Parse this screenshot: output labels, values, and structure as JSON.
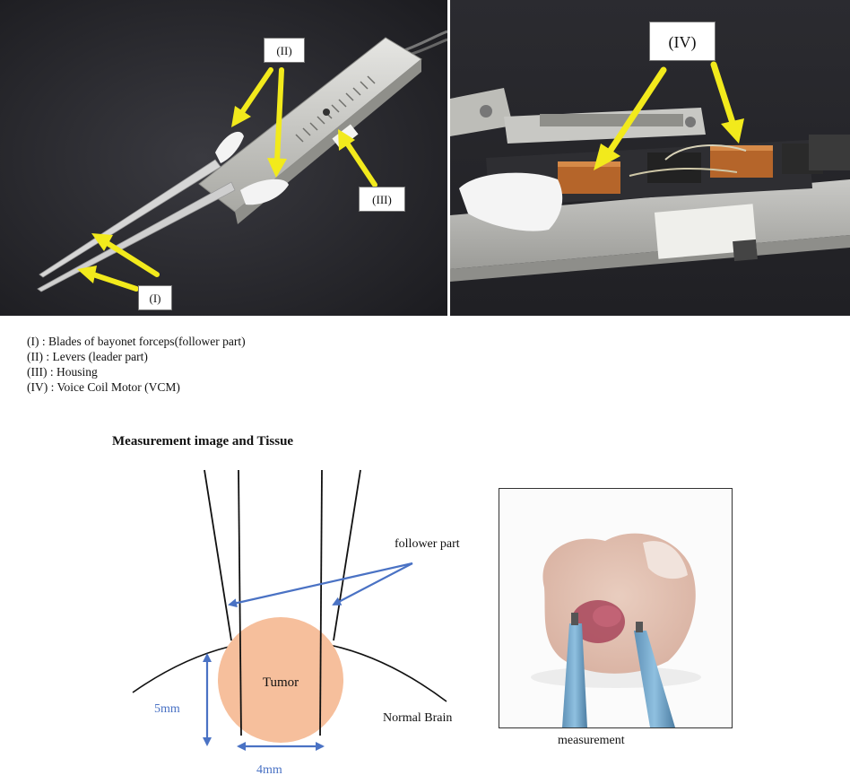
{
  "photos": {
    "left": {
      "callout_ii": "(II)",
      "callout_iii": "(III)",
      "callout_i": "(I)"
    },
    "right": {
      "callout_iv": "(IV)"
    }
  },
  "legend": [
    "(I)    : Blades of bayonet forceps(follower part)",
    "(II)   : Levers (leader part)",
    "(III) : Housing",
    "(IV) : Voice Coil Motor (VCM)"
  ],
  "diagram": {
    "title": "Measurement image and Tissue",
    "follower_label": "follower part",
    "tumor_label": "Tumor",
    "normal_brain_label": "Normal Brain",
    "height_label": "5mm",
    "width_label": "4mm"
  },
  "tissue_photo": {
    "caption": "measurement"
  },
  "colors": {
    "arrow_yellow": "#f2ea1c",
    "measure_blue": "#4a72c4",
    "tumor_fill": "#f6bf9c",
    "photo_bg": "#2a2a2e"
  }
}
